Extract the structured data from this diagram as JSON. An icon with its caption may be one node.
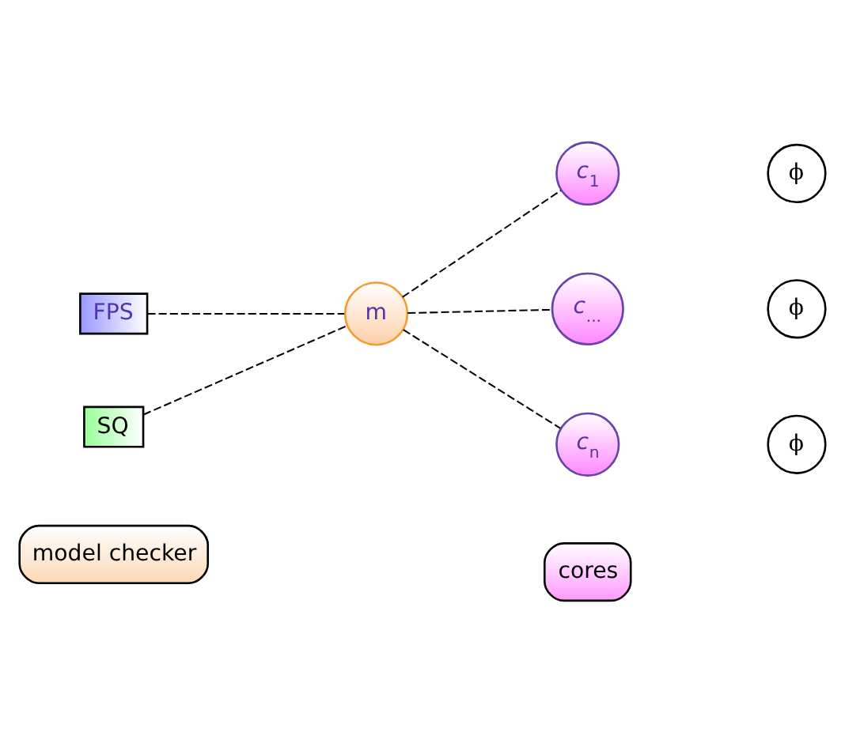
{
  "diagram": {
    "nodes": [
      {
        "text": [
          "FPS"
        ]
      },
      {
        "text": [
          "SQ"
        ]
      },
      {
        "text": [
          "m"
        ]
      },
      {
        "text": [
          "c$_{1}$"
        ]
      },
      {
        "text": [
          "c$_{...}$"
        ]
      },
      {
        "text": [
          "c$_{n}$"
        ]
      },
      {
        "text": [
          "ϕ"
        ]
      },
      {
        "text": [
          "ϕ"
        ]
      },
      {
        "text": [
          "ϕ"
        ]
      }
    ],
    "edges": [
      {
        "from": 0,
        "to": 2,
        "arrow": "none",
        "style": "dashed"
      },
      {
        "from": 1,
        "to": 2,
        "arrow": "none",
        "style": "dashed"
      },
      {
        "from": 2,
        "to": 3,
        "arrow": "none",
        "style": "dashed"
      },
      {
        "from": 2,
        "to": 4,
        "arrow": "none",
        "style": "dashed"
      },
      {
        "from": 2,
        "to": 5,
        "arrow": "none",
        "style": "dashed"
      }
    ],
    "legend": [
      {
        "text": "model checker",
        "color": "#fdd9b5"
      },
      {
        "text": "cores",
        "color": "#ff99ff"
      }
    ]
  }
}
